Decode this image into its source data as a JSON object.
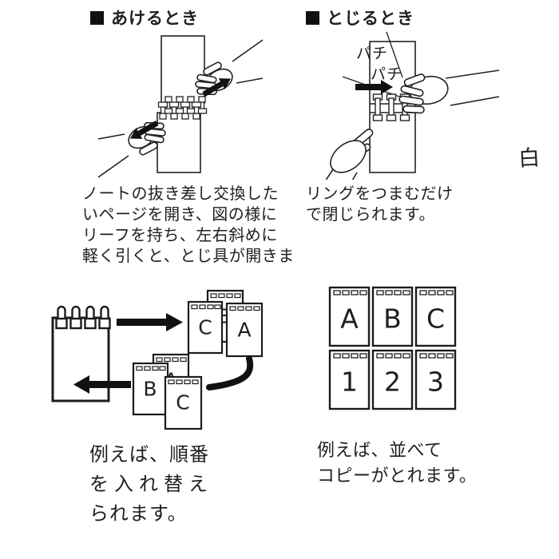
{
  "page": {
    "background": "#ffffff",
    "ink": "#1f1f1f",
    "arrow_color": "#111111"
  },
  "sections": {
    "open": {
      "heading": "あけるとき",
      "caption_lines": [
        "ノートの抜き差し交換した",
        "いページを開き、図の様に",
        "リーフを持ち、左右斜めに",
        "軽く引くと、とじ具が開きま"
      ]
    },
    "close": {
      "heading": "とじるとき",
      "sound_labels": [
        "パチ",
        "パチ"
      ],
      "caption_lines": [
        "リングをつまむだけ",
        "で閉じられます。"
      ]
    },
    "reorder": {
      "cards_out": [
        "C",
        "B",
        "A"
      ],
      "cards_in": [
        "B",
        "A",
        "C"
      ],
      "caption_lines": [
        "例えば、順番",
        "を入れ替え",
        "られます。"
      ]
    },
    "copy": {
      "grid": [
        [
          "A",
          "B",
          "C"
        ],
        [
          "1",
          "2",
          "3"
        ]
      ],
      "caption_lines": [
        "例えば、並べて",
        "コピーがとれます。"
      ]
    },
    "side_label": "白"
  }
}
